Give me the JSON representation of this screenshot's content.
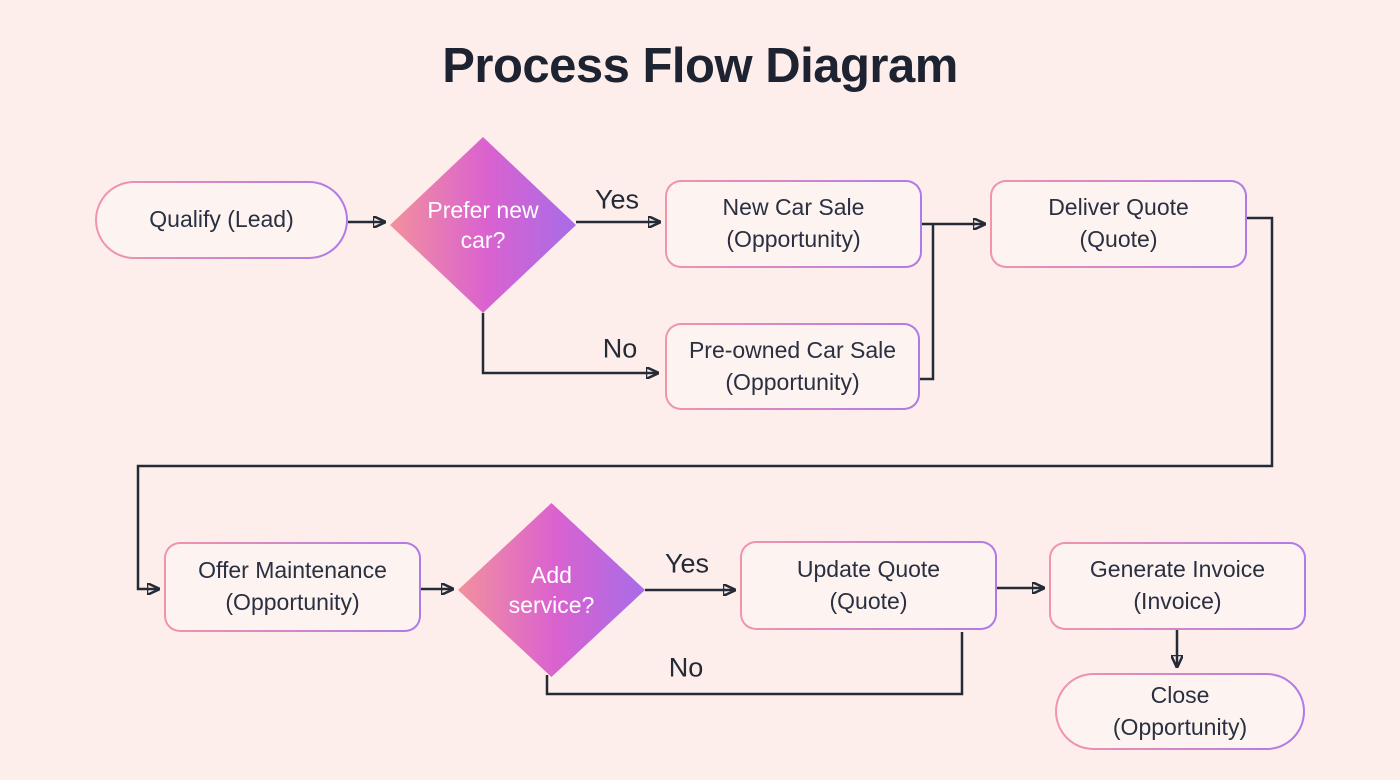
{
  "title": "Process Flow Diagram",
  "colors": {
    "background": "#fdeeec",
    "node_fill": "#fdf3f1",
    "border_gradient_start": "#f295a9",
    "border_gradient_end": "#ae7ae9",
    "diamond_gradient_start": "#f2909e",
    "diamond_gradient_mid": "#da62cf",
    "diamond_gradient_end": "#a76ce8",
    "connector": "#242b37",
    "text": "#2a3040",
    "title_text": "#1d2330"
  },
  "nodes": {
    "qualify": {
      "type": "terminator",
      "label": "Qualify (Lead)"
    },
    "prefer": {
      "type": "decision",
      "label": "Prefer new car?"
    },
    "new_car": {
      "type": "process",
      "label": "New Car Sale (Opportunity)"
    },
    "pre_owned": {
      "type": "process",
      "label": "Pre-owned Car Sale (Opportunity)"
    },
    "deliver": {
      "type": "process",
      "label": "Deliver Quote (Quote)"
    },
    "offer": {
      "type": "process",
      "label": "Offer Maintenance (Opportunity)"
    },
    "add_service": {
      "type": "decision",
      "label": "Add service?"
    },
    "update": {
      "type": "process",
      "label": "Update Quote (Quote)"
    },
    "invoice": {
      "type": "process",
      "label": "Generate Invoice (Invoice)"
    },
    "close": {
      "type": "terminator",
      "label": "Close (Opportunity)"
    }
  },
  "edges": [
    {
      "from": "qualify",
      "to": "prefer",
      "label": ""
    },
    {
      "from": "prefer",
      "to": "new_car",
      "label": "Yes"
    },
    {
      "from": "prefer",
      "to": "pre_owned",
      "label": "No"
    },
    {
      "from": "new_car",
      "to": "deliver",
      "label": ""
    },
    {
      "from": "pre_owned",
      "to": "deliver",
      "label": ""
    },
    {
      "from": "deliver",
      "to": "offer",
      "label": ""
    },
    {
      "from": "offer",
      "to": "add_service",
      "label": ""
    },
    {
      "from": "add_service",
      "to": "update",
      "label": "Yes"
    },
    {
      "from": "add_service",
      "to": "update",
      "label": "No"
    },
    {
      "from": "update",
      "to": "invoice",
      "label": ""
    },
    {
      "from": "invoice",
      "to": "close",
      "label": ""
    }
  ]
}
